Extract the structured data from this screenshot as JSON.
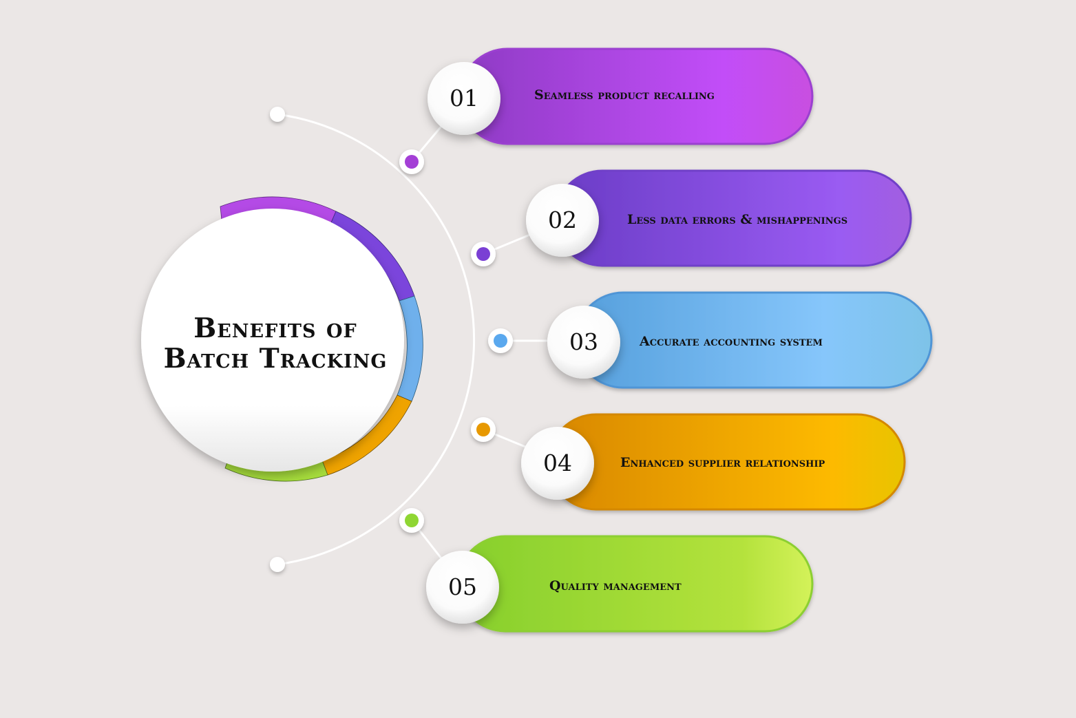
{
  "title": {
    "line1": "Benefits of",
    "line2": "Batch Tracking"
  },
  "items": [
    {
      "num": "01",
      "label": "Seamless product recalling",
      "color_a": "#8e3bc4",
      "color_b": "#c24ef8",
      "dot": "#a43fd6"
    },
    {
      "num": "02",
      "label": "Less data errors & mishappenings",
      "color_a": "#6a3cc6",
      "color_b": "#9a5bf2",
      "dot": "#7a3fd4"
    },
    {
      "num": "03",
      "label": "Accurate accounting system",
      "color_a": "#559fdc",
      "color_b": "#86c6fb",
      "dot": "#5aa8ee"
    },
    {
      "num": "04",
      "label": "Enhanced supplier relationship",
      "color_a": "#d88700",
      "color_b": "#fdba00",
      "dot": "#e79800"
    },
    {
      "num": "05",
      "label": "Quality management",
      "color_a": "#86cf2c",
      "color_b": "#c9ef57",
      "dot": "#8fd633"
    }
  ]
}
